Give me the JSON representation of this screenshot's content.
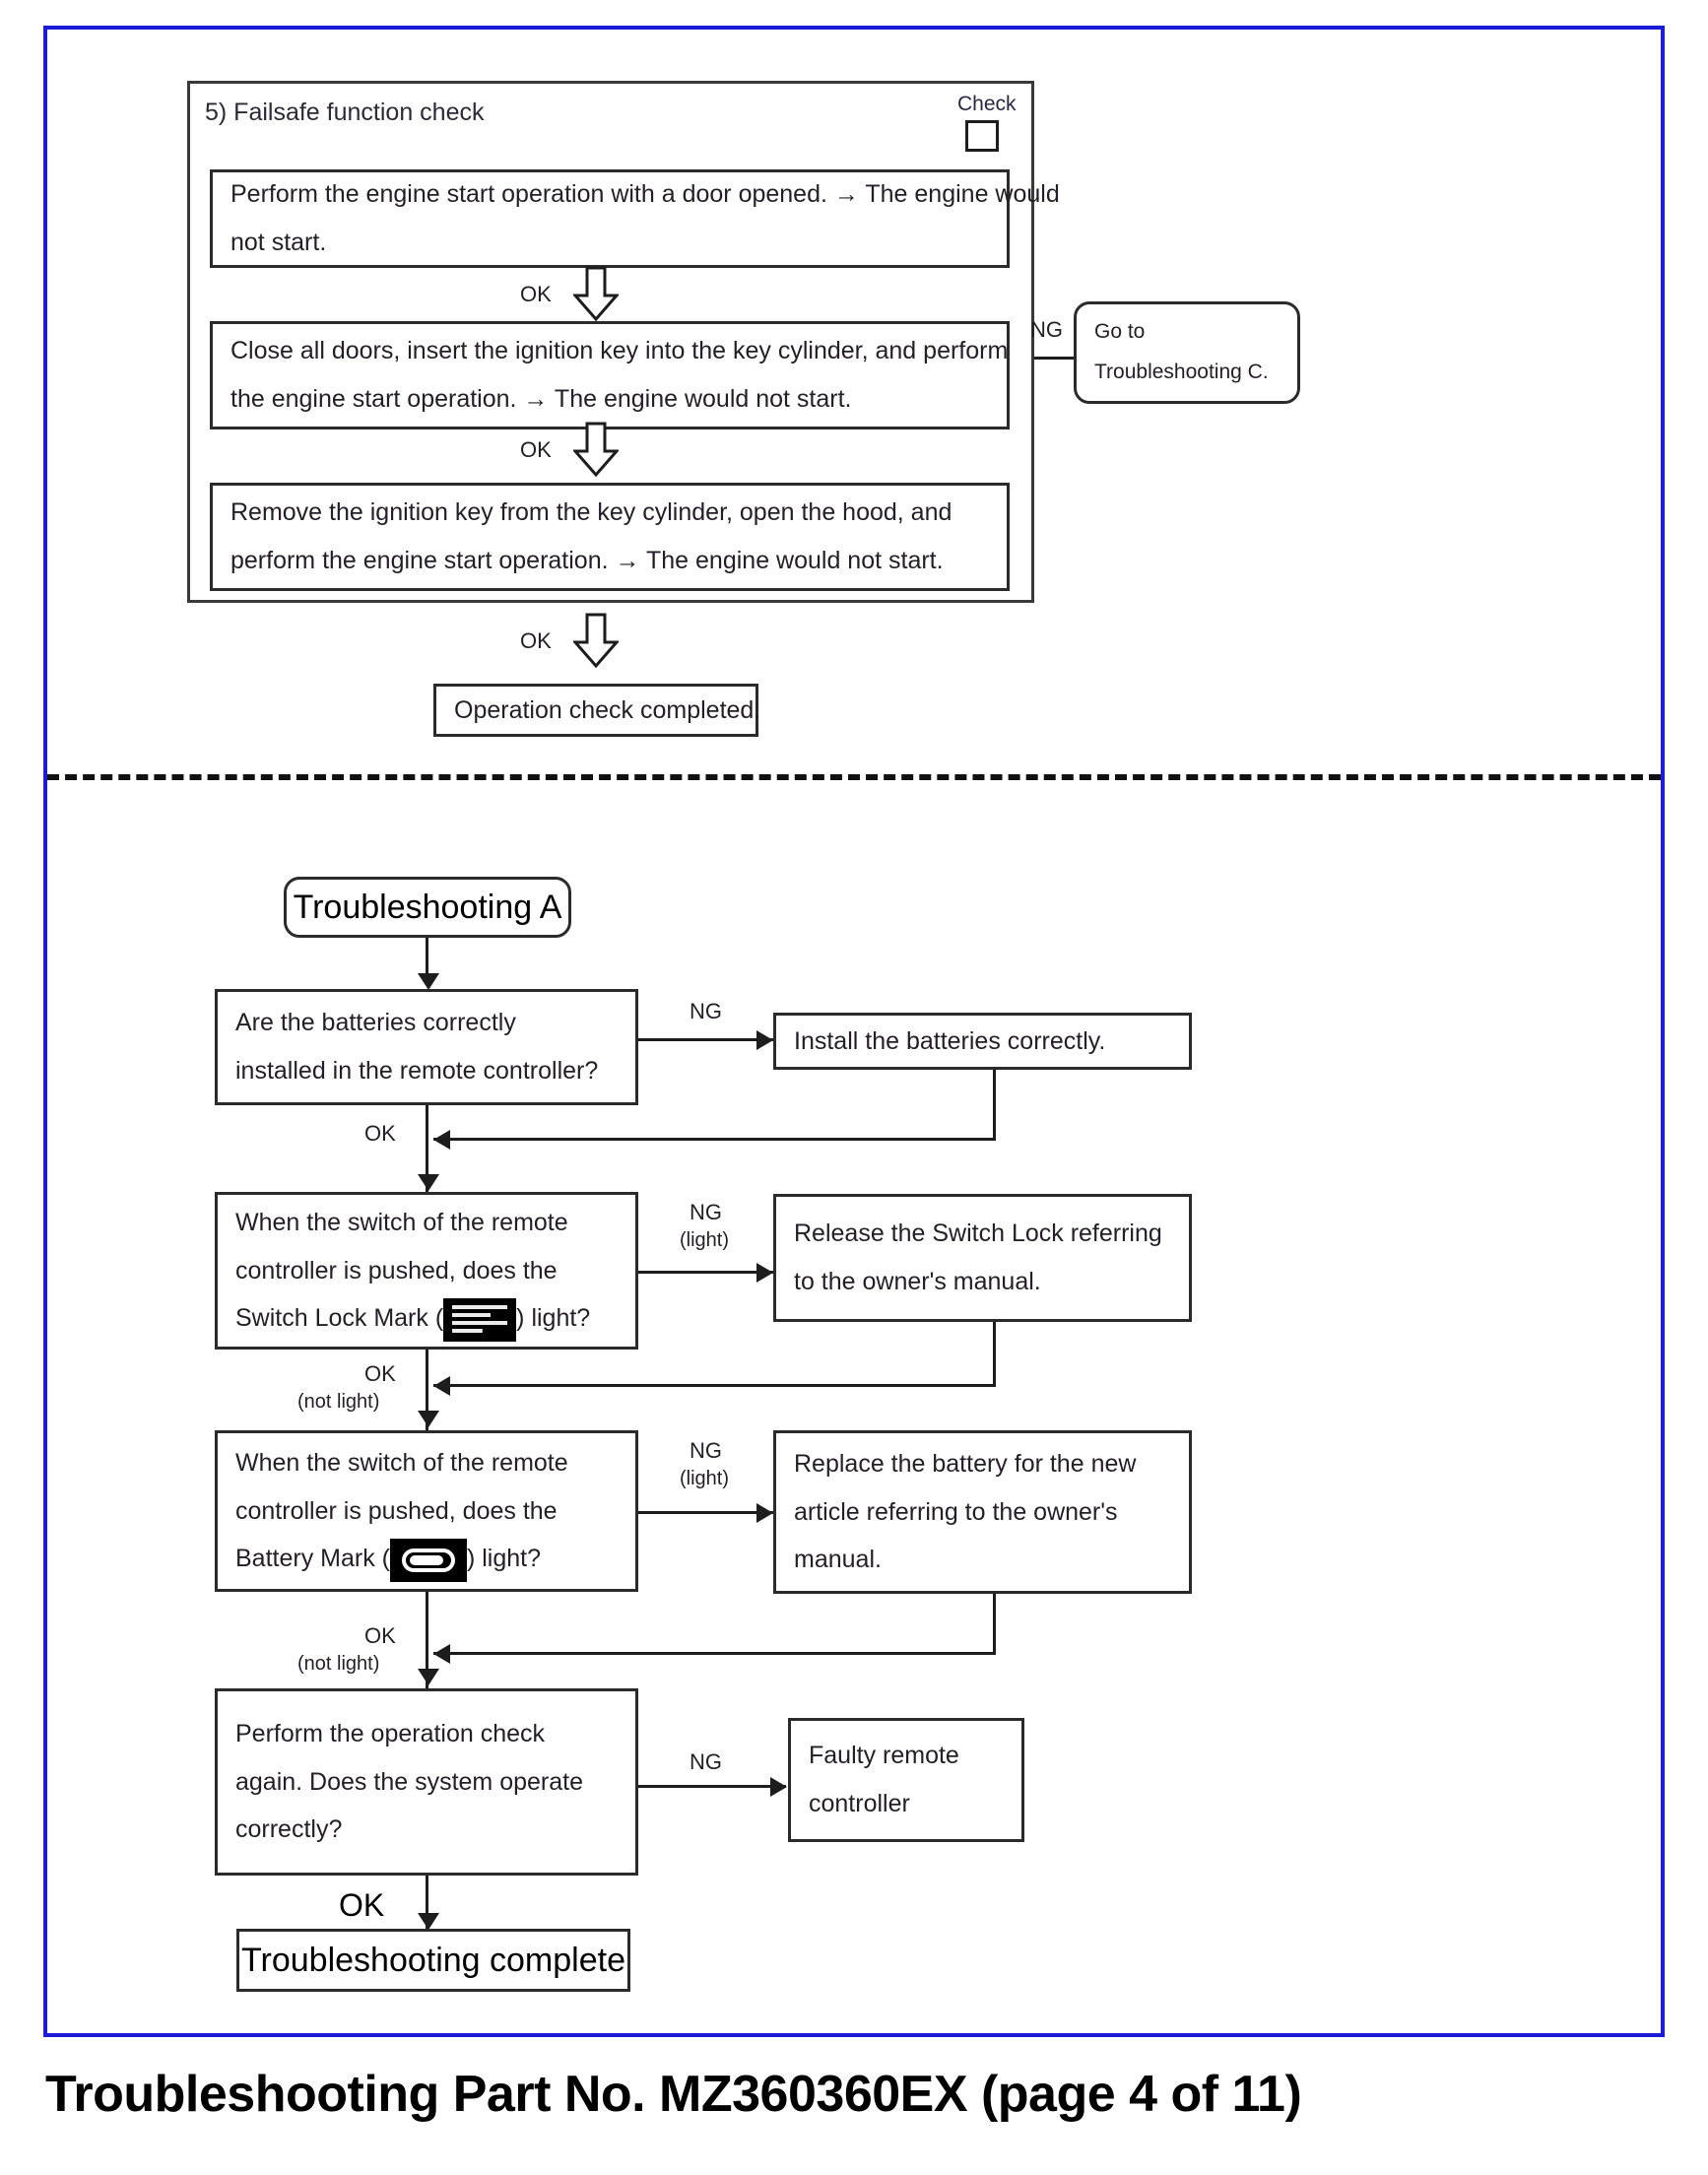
{
  "document": {
    "caption": "Troubleshooting Part No. MZ360360EX (page 4 of 11)",
    "frame_color": "#1b1bd8"
  },
  "section_top": {
    "heading": "5) Failsafe function check",
    "check_label": "Check",
    "steps": [
      {
        "name": "door-open-start-check",
        "lines": [
          "Perform the engine start operation with a door opened. → The engine would",
          "not start."
        ]
      },
      {
        "name": "ignition-key-start-check",
        "lines": [
          "Close all doors, insert the ignition key into the key cylinder, and perform",
          "the engine start operation. → The engine would not start."
        ]
      },
      {
        "name": "hood-open-start-check",
        "lines": [
          "Remove the ignition key from the key cylinder, open the hood, and",
          "perform the engine start operation. → The engine would not start."
        ]
      }
    ],
    "ok_label": "OK",
    "ng_label": "NG",
    "goto_box": {
      "line1": "Go to",
      "line2": "Troubleshooting C."
    },
    "completed": "Operation check completed."
  },
  "section_bottom": {
    "start": "Troubleshooting A",
    "end": "Troubleshooting complete",
    "labels": {
      "ok": "OK",
      "ng": "NG",
      "light": "(light)",
      "not_light": "(not light)",
      "ok_big": "OK"
    },
    "steps": [
      {
        "name": "batteries-installed-check",
        "lines": [
          "Are the batteries correctly",
          "installed in the remote controller?"
        ],
        "ng_action": {
          "name": "install-batteries-action",
          "lines": [
            "Install the batteries correctly."
          ]
        }
      },
      {
        "name": "switch-lock-mark-check",
        "line1": "When the switch of the remote",
        "line2": "controller is pushed, does the",
        "line3_pre": "Switch Lock Mark (",
        "line3_post": ") light?",
        "ng_action": {
          "name": "release-switch-lock-action",
          "lines": [
            "Release the Switch Lock referring",
            "to the owner's manual."
          ]
        }
      },
      {
        "name": "battery-mark-check",
        "line1": "When the switch of the remote",
        "line2": "controller is pushed, does the",
        "line3_pre": "Battery Mark (",
        "line3_post": ") light?",
        "ng_action": {
          "name": "replace-battery-action",
          "lines": [
            "Replace the battery for the new",
            "article referring to the owner's",
            "manual."
          ]
        }
      },
      {
        "name": "operation-recheck",
        "lines": [
          "Perform the operation check",
          "again. Does the system operate",
          "correctly?"
        ],
        "ng_action": {
          "name": "faulty-remote-result",
          "lines": [
            "Faulty remote",
            "controller"
          ]
        }
      }
    ]
  }
}
